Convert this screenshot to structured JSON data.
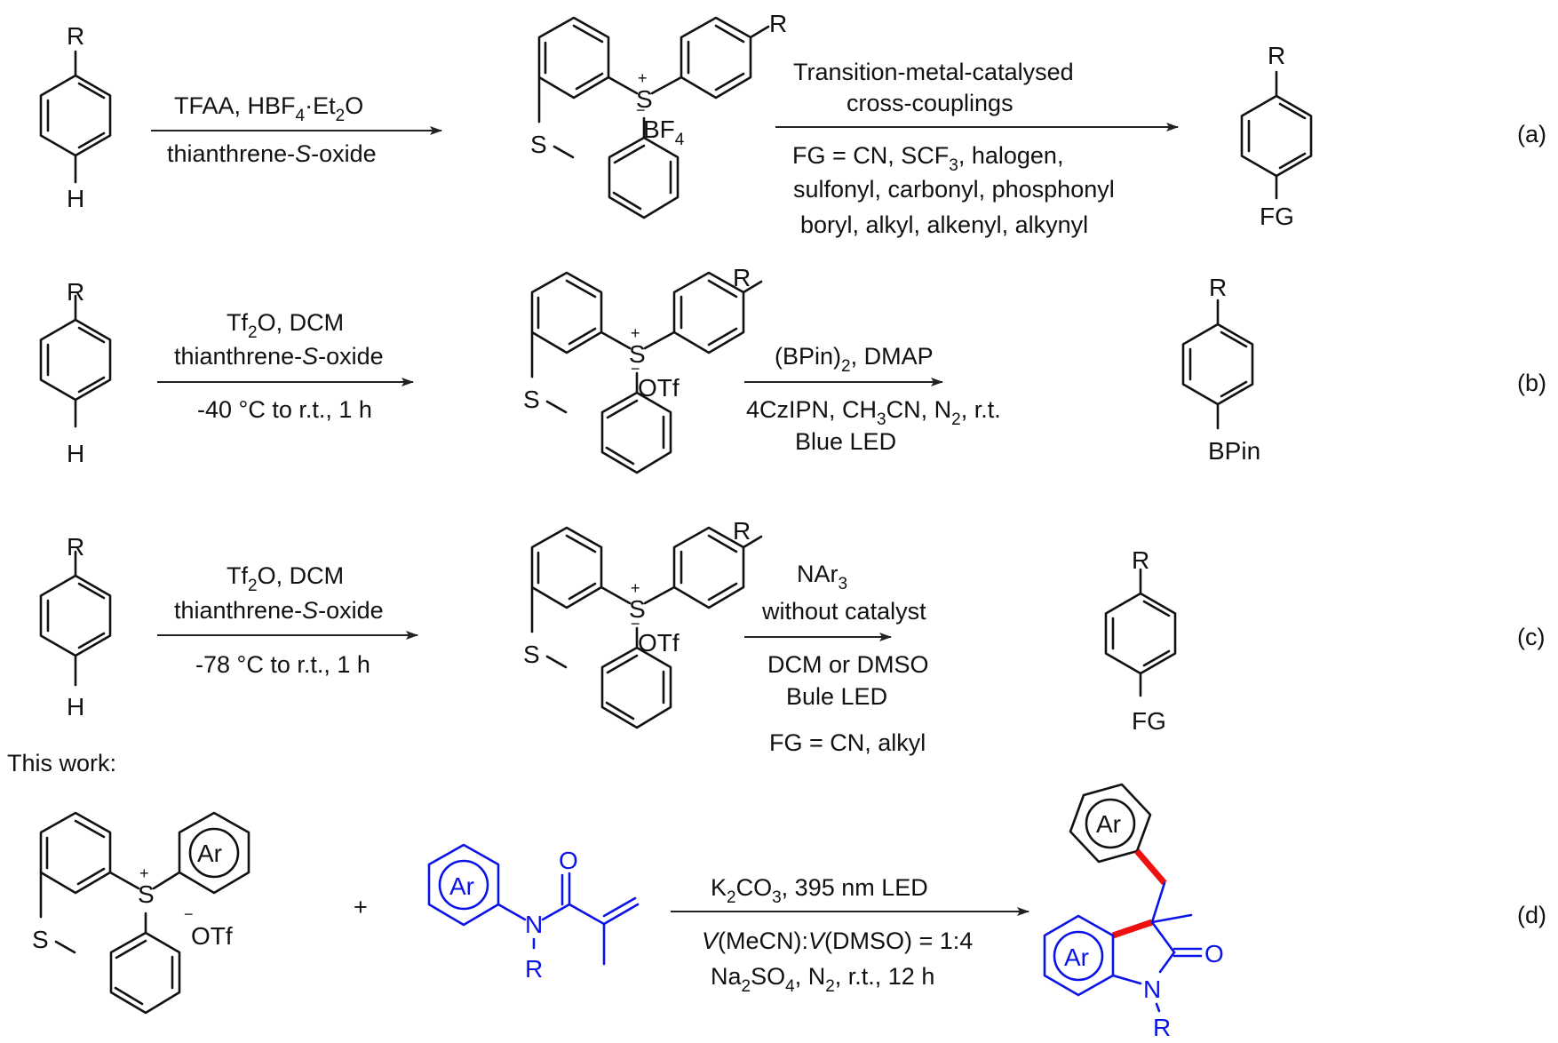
{
  "figure": {
    "colors": {
      "black": "#111111",
      "blue": "#0b14e6",
      "red": "#ee1111"
    },
    "schemes": [
      {
        "id": "a",
        "tag": "(a)",
        "substrate": {
          "top": "R",
          "bottom": "H"
        },
        "step1": {
          "above": [
            "TFAA, HBF",
            "4",
            "·Et",
            "2",
            "O"
          ],
          "below_pre": "thianthrene-",
          "below_it": "S",
          "below_post": "-oxide"
        },
        "intermediate": {
          "s_ring": "S",
          "s_plus": "S",
          "plus": "+",
          "minus": "−",
          "counter": "BF",
          "counter_sub": "4",
          "r": "R"
        },
        "step2": {
          "above": [
            "Transition-metal-catalysed",
            "cross-couplings"
          ],
          "below": [
            "FG = CN, SCF",
            "3",
            ", halogen,"
          ],
          "below2": "sulfonyl, carbonyl, phosphonyl",
          "below3": "boryl, alkyl, alkenyl, alkynyl"
        },
        "product": {
          "top": "R",
          "bottom": "FG"
        }
      },
      {
        "id": "b",
        "tag": "(b)",
        "substrate": {
          "top": "R",
          "bottom": "H"
        },
        "step1": {
          "above1": [
            "Tf",
            "2",
            "O, DCM"
          ],
          "above2_pre": "thianthrene-",
          "above2_it": "S",
          "above2_post": "-oxide",
          "below": "-40 °C to r.t., 1 h"
        },
        "intermediate": {
          "s_ring": "S",
          "s_plus": "S",
          "plus": "+",
          "minus": "−",
          "counter": "OTf",
          "r": "R"
        },
        "step2": {
          "above": [
            "(BPin)",
            "2",
            ", DMAP"
          ],
          "below": [
            "4CzIPN, CH",
            "3",
            "CN, N",
            "2",
            ", r.t."
          ],
          "below2": "Blue LED"
        },
        "product": {
          "top": "R",
          "bottom": "BPin"
        }
      },
      {
        "id": "c",
        "tag": "(c)",
        "substrate": {
          "top": "R",
          "bottom": "H"
        },
        "step1": {
          "above1": [
            "Tf",
            "2",
            "O, DCM"
          ],
          "above2_pre": "thianthrene-",
          "above2_it": "S",
          "above2_post": "-oxide",
          "below": "-78 °C to r.t., 1 h"
        },
        "intermediate": {
          "s_ring": "S",
          "s_plus": "S",
          "plus": "+",
          "minus": "−",
          "counter": "OTf",
          "r": "R"
        },
        "step2": {
          "above": [
            "NAr",
            "3"
          ],
          "above2": "without catalyst",
          "below": "DCM or DMSO",
          "below2": "Bule LED",
          "below3": "FG = CN, alkyl"
        },
        "product": {
          "top": "R",
          "bottom": "FG"
        }
      }
    ],
    "this_work": {
      "heading": "This work:",
      "tag": "(d)",
      "salt": {
        "s_ring": "S",
        "s_plus": "S",
        "plus": "+",
        "minus": "−",
        "counter": "OTf",
        "ar": "Ar"
      },
      "plus_sign": "+",
      "acrylamide": {
        "ar": "Ar",
        "n": "N",
        "r": "R",
        "o": "O"
      },
      "conditions": {
        "above": [
          "K",
          "2",
          "CO",
          "3",
          ", 395 nm LED"
        ],
        "below": [
          "V",
          "(MeCN):",
          "V",
          "(DMSO) = 1:4"
        ],
        "below2": [
          "Na",
          "2",
          "SO",
          "4",
          ", N",
          "2",
          ", r.t., 12 h"
        ]
      },
      "product": {
        "ar_top": "Ar",
        "ar_fused": "Ar",
        "o": "O",
        "n": "N",
        "r": "R"
      }
    }
  }
}
